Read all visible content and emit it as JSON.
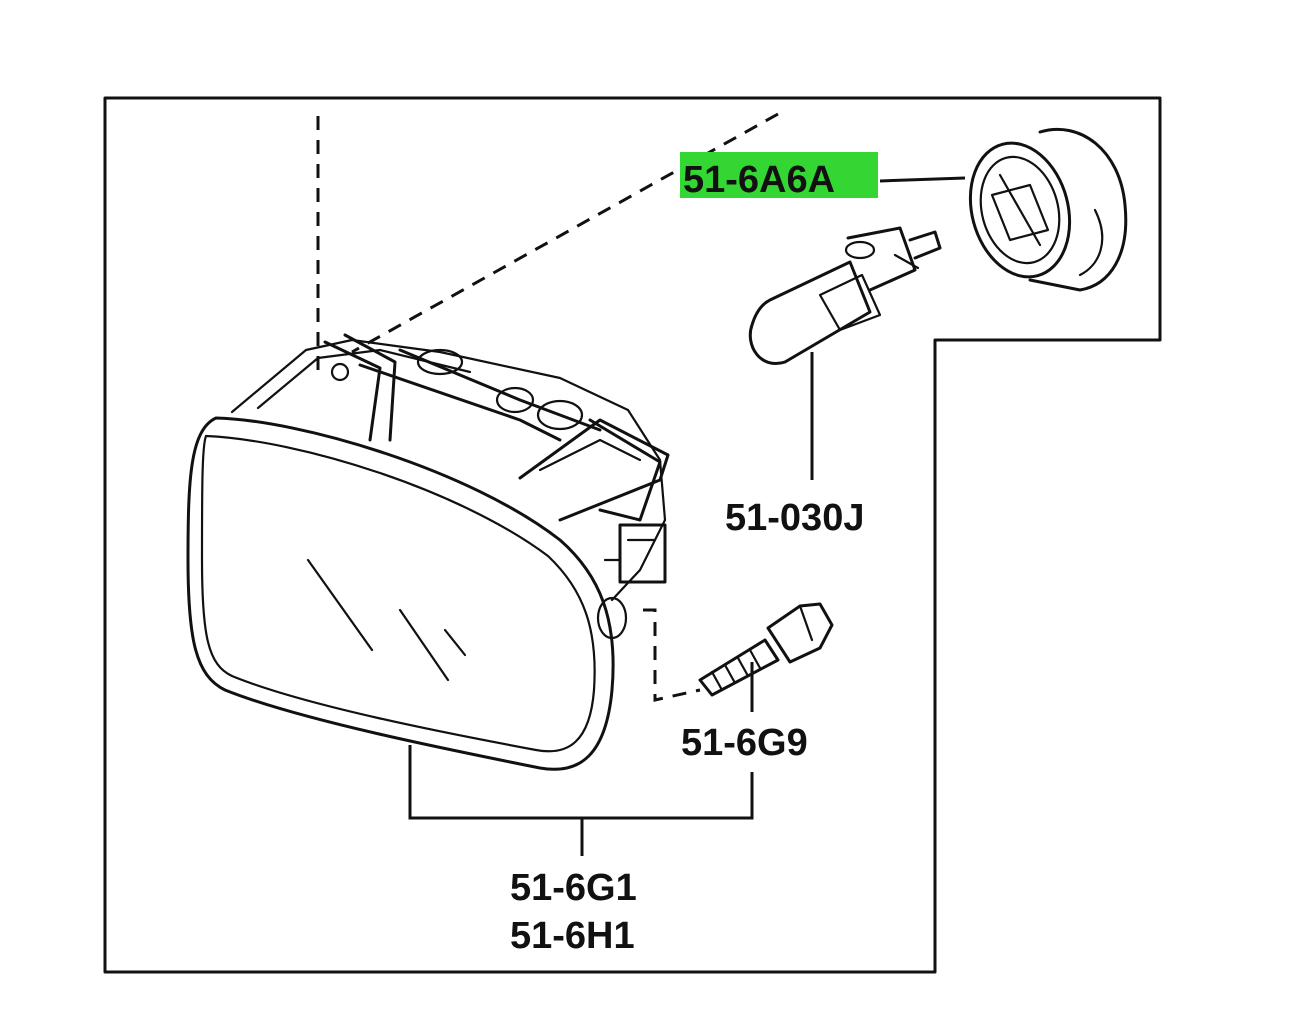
{
  "parts": {
    "bulb_socket": "51-6A6A",
    "bulb": "51-030J",
    "adjusting_screw": "51-6G9",
    "headlamp_assembly_1": "51-6G1",
    "headlamp_assembly_2": "51-6H1"
  },
  "highlight_color": "#33d633"
}
